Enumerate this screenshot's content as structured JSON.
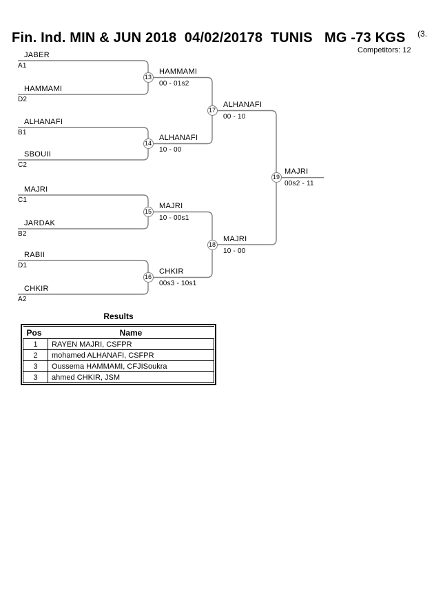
{
  "header": {
    "title": "Fin. Ind. MIN & JUN 2018  04/02/20178  TUNIS   MG -73 KGS",
    "superscript": "(3.",
    "competitors": "Competitors: 12"
  },
  "bracket": {
    "round1": [
      {
        "name": "JABER",
        "seed": "A1"
      },
      {
        "name": "HAMMAMI",
        "seed": "D2"
      },
      {
        "name": "ALHANAFI",
        "seed": "B1"
      },
      {
        "name": "SBOUII",
        "seed": "C2"
      },
      {
        "name": "MAJRI",
        "seed": "C1"
      },
      {
        "name": "JARDAK",
        "seed": "B2"
      },
      {
        "name": "RABII",
        "seed": "D1"
      },
      {
        "name": "CHKIR",
        "seed": "A2"
      }
    ],
    "matches": [
      {
        "number": "13",
        "winner": "HAMMAMI",
        "score": "00 - 01s2"
      },
      {
        "number": "14",
        "winner": "ALHANAFI",
        "score": "10 - 00"
      },
      {
        "number": "15",
        "winner": "MAJRI",
        "score": "10 - 00s1"
      },
      {
        "number": "16",
        "winner": "CHKIR",
        "score": "00s3 - 10s1"
      },
      {
        "number": "17",
        "winner": "ALHANAFI",
        "score": "00 - 10"
      },
      {
        "number": "18",
        "winner": "MAJRI",
        "score": "10 - 00"
      },
      {
        "number": "19",
        "winner": "MAJRI",
        "score": "00s2 - 11"
      }
    ]
  },
  "results": {
    "title": "Results",
    "columns": [
      "Pos",
      "Name"
    ],
    "rows": [
      {
        "pos": "1",
        "name": "RAYEN MAJRI, CSFPR"
      },
      {
        "pos": "2",
        "name": "mohamed ALHANAFI, CSFPR"
      },
      {
        "pos": "3",
        "name": "Oussema HAMMAMI, CFJISoukra"
      },
      {
        "pos": "3",
        "name": "ahmed CHKIR, JSM"
      }
    ]
  },
  "colors": {
    "background": "#ffffff",
    "text": "#000000",
    "bracket_line": "#808080",
    "table_border": "#000000"
  }
}
